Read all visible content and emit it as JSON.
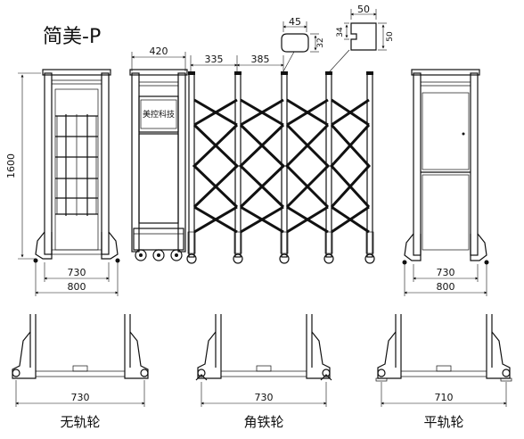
{
  "title": "简美-P",
  "panel_label": "美控科技",
  "dimensions": {
    "height": "1600",
    "post_width": "420",
    "spacing_a": "335",
    "spacing_b": "385",
    "front_inner": "730",
    "front_outer": "800",
    "side_inner": "730",
    "side_outer": "800",
    "profile_large_w": "45",
    "profile_large_h": "32",
    "profile_small_w": "50",
    "profile_small_h1": "34",
    "profile_small_h2": "50",
    "wheel_a_width": "730",
    "wheel_b_width": "730",
    "wheel_c_width": "710"
  },
  "wheel_types": {
    "a": "无轨轮",
    "b": "角铁轮",
    "c": "平轨轮"
  }
}
